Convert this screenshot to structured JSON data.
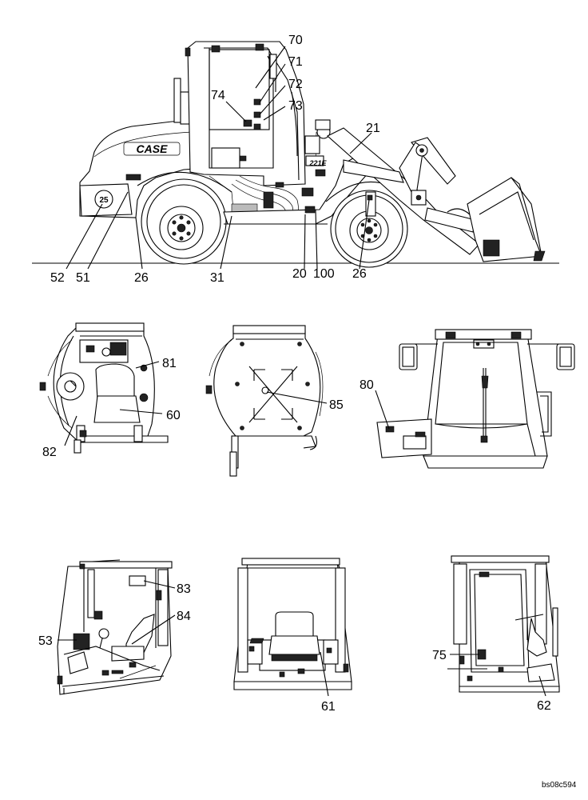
{
  "colors": {
    "ink": "#000000",
    "paper": "#ffffff",
    "shade": "#222222"
  },
  "brand": {
    "logo_text": "CASE",
    "model_text": "221E",
    "badge_text": "25"
  },
  "reference_code": "bs08c594",
  "callouts": {
    "n70": "70",
    "n71": "71",
    "n72": "72",
    "n73": "73",
    "n74": "74",
    "n21": "21",
    "n52": "52",
    "n51": "51",
    "n26a": "26",
    "n31": "31",
    "n20": "20",
    "n100": "100",
    "n26b": "26",
    "n81": "81",
    "n60": "60",
    "n82": "82",
    "n85": "85",
    "n80": "80",
    "n83": "83",
    "n84": "84",
    "n53": "53",
    "n61": "61",
    "n75": "75",
    "n62": "62"
  }
}
